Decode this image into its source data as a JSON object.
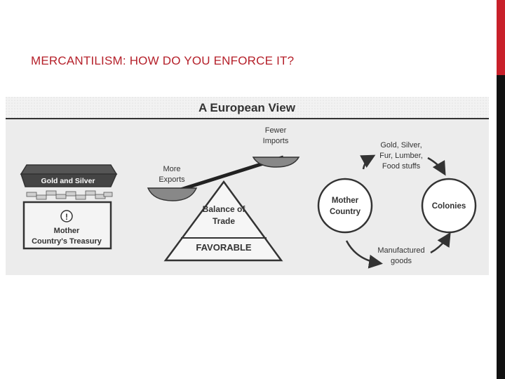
{
  "slide": {
    "title": "MERCANTILISM: HOW DO YOU ENFORCE IT?"
  },
  "diagram": {
    "heading": "A European View",
    "treasury": {
      "lid_label": "Gold and Silver",
      "keyhole_mark": "!",
      "label_lines": [
        "Mother",
        "Country's Treasury"
      ]
    },
    "scale": {
      "heavy_pan_label": [
        "More",
        "Exports"
      ],
      "light_pan_label": [
        "Fewer",
        "Imports"
      ],
      "pyramid_label": [
        "Balance of",
        "Trade"
      ],
      "base_label": "FAVORABLE"
    },
    "cycle": {
      "left_node": [
        "Mother",
        "Country"
      ],
      "right_node": "Colonies",
      "top_flow": [
        "Gold, Silver,",
        "Fur, Lumber,",
        "Food stuffs"
      ],
      "bottom_flow": [
        "Manufactured",
        "goods"
      ]
    }
  },
  "colors": {
    "title": "#b5202a",
    "accent_bar": "#c8202a",
    "figure_bg": "#ececec",
    "ink": "#333333"
  }
}
